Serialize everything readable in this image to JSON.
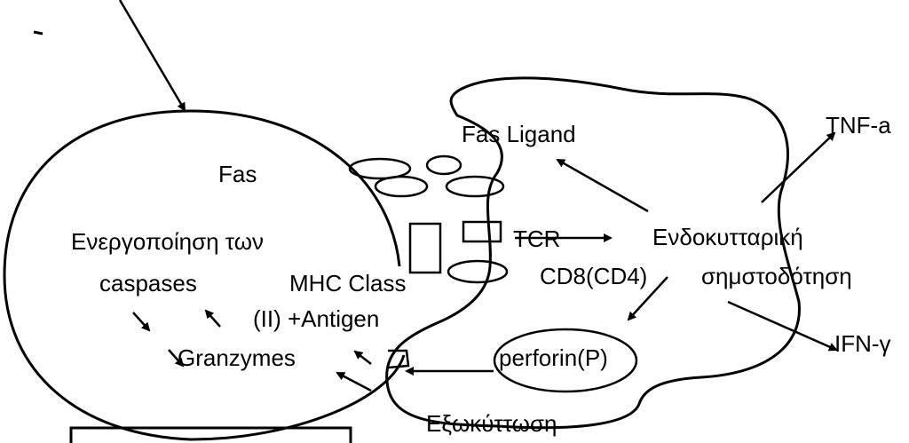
{
  "labels": {
    "fas": "Fas",
    "activation_line1": "Ενεργοποίηση των",
    "activation_line2": "caspases",
    "granzymes": "Granzymes",
    "mhc_line1": "MHC Class",
    "mhc_line2": "(II) +Antigen",
    "fas_ligand": "Fas Ligand",
    "tnf": "TNF-a",
    "tcr": "TCR",
    "signal_line1": "Ενδοκυτταρική",
    "signal_line2": "σημστοδότηση",
    "cd8": "CD8(CD4)",
    "perforin": "perforin(P)",
    "ifn": "IFN-γ",
    "exocytosis": "Εξωκύττωση"
  },
  "colors": {
    "ink": "#000000",
    "background": "#ffffff"
  }
}
